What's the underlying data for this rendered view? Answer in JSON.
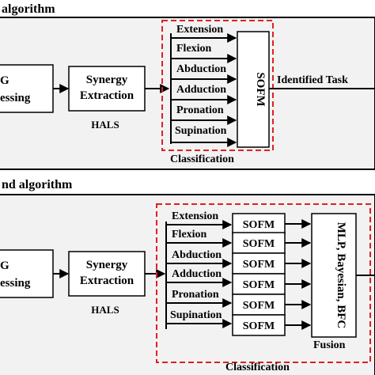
{
  "top": {
    "heading": "algorithm",
    "preprocessing": [
      "G",
      "essing"
    ],
    "synergy": [
      "Synergy",
      "Extraction"
    ],
    "hals": "HALS",
    "tasks": [
      "Extension",
      "Flexion",
      "Abduction",
      "Adduction",
      "Pronation",
      "Supination"
    ],
    "sofm": "SOFM",
    "identified": "Identified Task",
    "classification": "Classification"
  },
  "bottom": {
    "heading": "nd algorithm",
    "preprocessing": [
      "G",
      "essing"
    ],
    "synergy": [
      "Synergy",
      "Extraction"
    ],
    "hals": "HALS",
    "tasks": [
      "Extension",
      "Flexion",
      "Abduction",
      "Adduction",
      "Pronation",
      "Supination"
    ],
    "sofm": "SOFM",
    "fusion_box": "MLP, Bayesian, BFC",
    "fusion": "Fusion",
    "classification": "Classification"
  },
  "colors": {
    "dashed_border": "#e02020",
    "line": "#000000",
    "panel": "#f2f2f2"
  }
}
